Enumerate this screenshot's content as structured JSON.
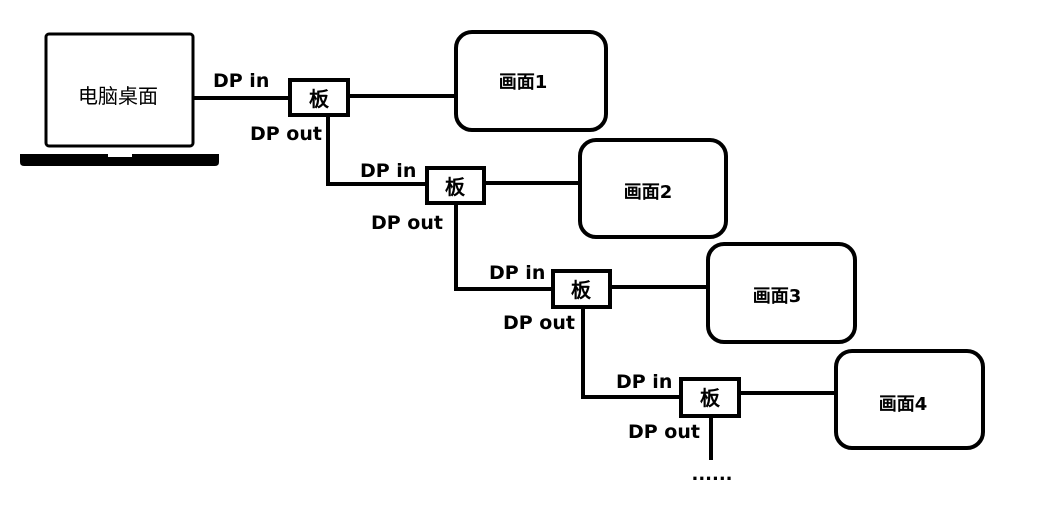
{
  "laptop": {
    "label": "电脑桌面"
  },
  "board_label": "板",
  "dp_in_label": "DP in",
  "dp_out_label": "DP out",
  "screens": [
    {
      "label": "画面1"
    },
    {
      "label": "画面2"
    },
    {
      "label": "画面3"
    },
    {
      "label": "画面4"
    }
  ],
  "continuation": "......",
  "colors": {
    "stroke": "#000000",
    "background": "#ffffff"
  }
}
